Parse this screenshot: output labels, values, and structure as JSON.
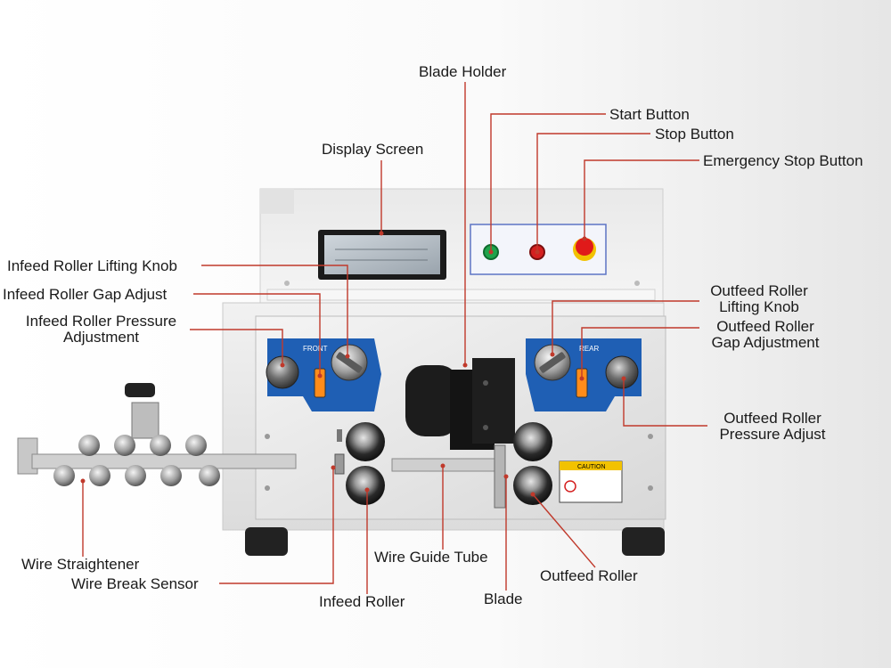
{
  "labels": {
    "blade_holder": "Blade Holder",
    "start_button": "Start Button",
    "stop_button": "Stop Button",
    "emergency_stop_button": "Emergency Stop Button",
    "display_screen": "Display Screen",
    "infeed_roller_lifting_knob": "Infeed Roller Lifting Knob",
    "infeed_roller_gap_adjust": "Infeed Roller Gap Adjust",
    "infeed_roller_pressure_adjustment_line1": "Infeed Roller Pressure",
    "infeed_roller_pressure_adjustment_line2": "Adjustment",
    "outfeed_roller_lifting_knob_line1": "Outfeed Roller",
    "outfeed_roller_lifting_knob_line2": "Lifting Knob",
    "outfeed_roller_gap_adjustment_line1": "Outfeed Roller",
    "outfeed_roller_gap_adjustment_line2": "Gap Adjustment",
    "outfeed_roller_pressure_adjust_line1": "Outfeed Roller",
    "outfeed_roller_pressure_adjust_line2": "Pressure Adjust",
    "wire_straightener": "Wire Straightener",
    "wire_break_sensor": "Wire Break Sensor",
    "wire_guide_tube": "Wire Guide Tube",
    "infeed_roller": "Infeed Roller",
    "blade": "Blade",
    "outfeed_roller": "Outfeed Roller"
  },
  "machine_markings": {
    "front_panel_left": "FRONT",
    "front_panel_right": "REAR",
    "caution_label": "CAUTION"
  },
  "colors": {
    "callout_line": "#c0392b",
    "panel_blue": "#1f5fb4",
    "start_button": "#1fa34a",
    "stop_button": "#d42020",
    "emergency_stop": "#e01a1a",
    "emergency_base": "#f2c200"
  }
}
